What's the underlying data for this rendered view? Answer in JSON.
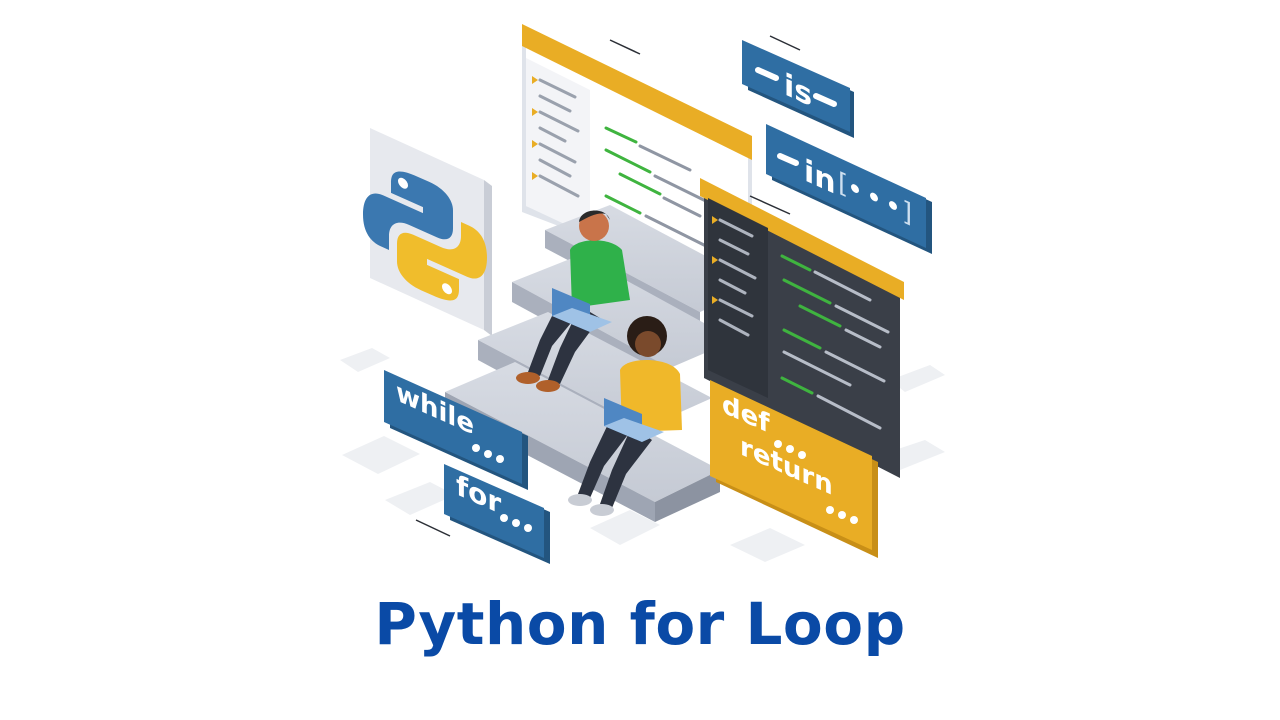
{
  "title": "Python for Loop",
  "keywords": {
    "is": "is",
    "in": "in",
    "while": "while",
    "for": "for",
    "def": "def",
    "return": "return"
  },
  "colors": {
    "title": "#0a4aa6",
    "blue_tag": "#2f6ea3",
    "yellow_tag": "#e9ad25",
    "python_blue": "#3b78b0",
    "python_yellow": "#f0bd2c",
    "editor_dark": "#3a3f48",
    "code_green": "#3fb43f"
  },
  "icons": [
    "python-logo-icon",
    "laptop-icon",
    "ellipsis-dots-icon"
  ]
}
